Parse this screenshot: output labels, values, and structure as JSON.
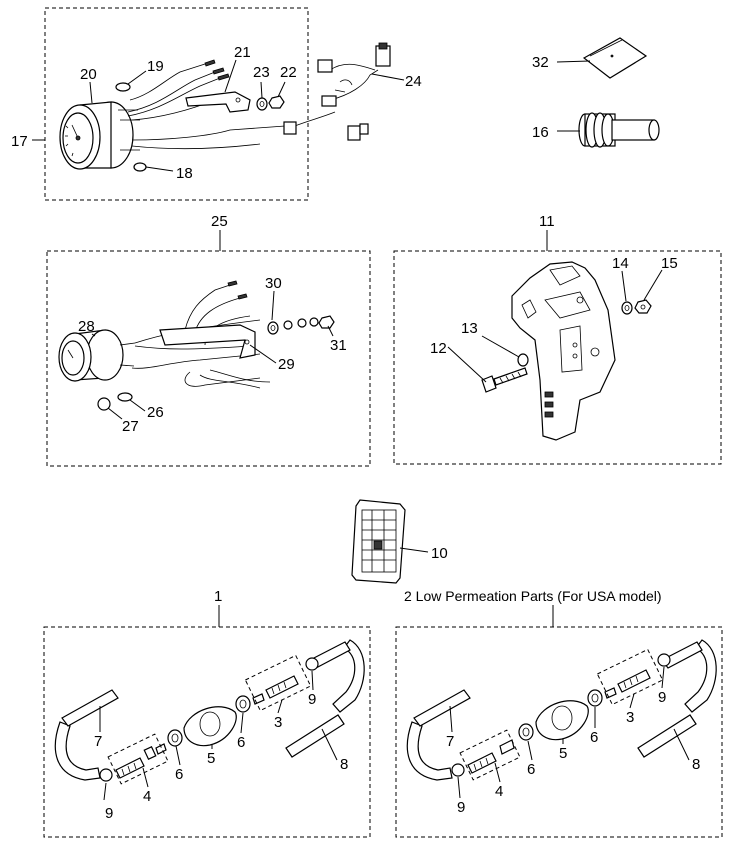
{
  "caption_low_permeation": "2 Low Permeation Parts (For USA model)",
  "callouts": {
    "c1": "1",
    "c3a": "3",
    "c4a": "4",
    "c5a": "5",
    "c6a": "6",
    "c6b": "6",
    "c7a": "7",
    "c8a": "8",
    "c9a": "9",
    "c9b": "9",
    "c3b": "3",
    "c4b": "4",
    "c5b": "5",
    "c6c": "6",
    "c6d": "6",
    "c7b": "7",
    "c8b": "8",
    "c9c": "9",
    "c9d": "9",
    "c10": "10",
    "c11": "11",
    "c12": "12",
    "c13": "13",
    "c14": "14",
    "c15": "15",
    "c16": "16",
    "c17": "17",
    "c18": "18",
    "c19": "19",
    "c20": "20",
    "c21": "21",
    "c22": "22",
    "c23": "23",
    "c24": "24",
    "c25": "25",
    "c26": "26",
    "c27": "27",
    "c28": "28",
    "c29": "29",
    "c30": "30",
    "c31": "31",
    "c32": "32"
  }
}
